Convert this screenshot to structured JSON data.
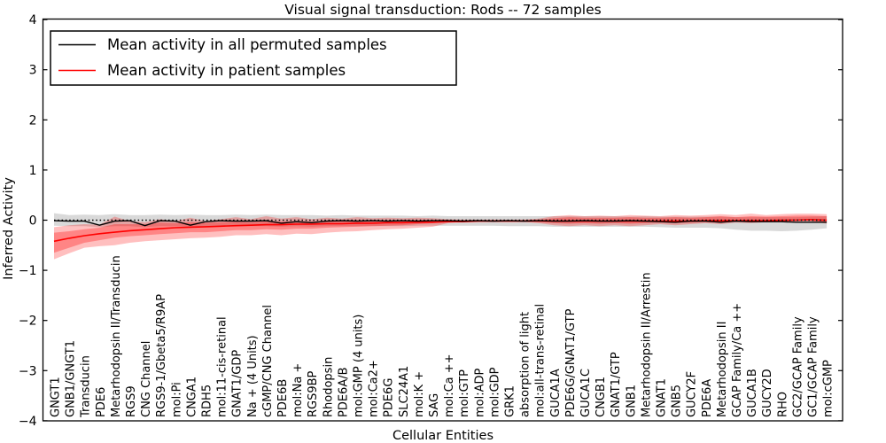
{
  "figure": {
    "title": "Visual signal transduction: Rods -- 72 samples",
    "xlabel": "Cellular Entities",
    "ylabel": "Inferred Activity"
  },
  "legend": {
    "entries": [
      {
        "label": "Mean activity in all permuted samples",
        "color": "#000000"
      },
      {
        "label": "Mean activity in patient samples",
        "color": "#ff0000"
      }
    ]
  },
  "chart_data": {
    "type": "line",
    "title": "Visual signal transduction: Rods -- 72 samples",
    "xlabel": "Cellular Entities",
    "ylabel": "Inferred Activity",
    "ylim": [
      -4,
      4
    ],
    "ytick_values": [
      4,
      3,
      2,
      1,
      0,
      -1,
      -2,
      -3,
      -4
    ],
    "ytick_labels": [
      "4",
      "3",
      "2",
      "1",
      "0",
      "−1",
      "−2",
      "−3",
      "−4"
    ],
    "grid": false,
    "legend_position": "upper left",
    "x_labels_rotation": 90,
    "categories": [
      "GNGT1",
      "GNB1/GNGT1",
      "Transducin",
      "PDE6",
      "Metarhodopsin II/Transducin",
      "RGS9",
      "CNG Channel",
      "RGS9-1/Gbeta5/R9AP",
      "mol:Pi",
      "CNGA1",
      "RDH5",
      "mol:11-cis-retinal",
      "GNAT1/GDP",
      "Na + (4 Units)",
      "cGMP/CNG Channel",
      "PDE6B",
      "mol:Na +",
      "RGS9BP",
      "Rhodopsin",
      "PDE6A/B",
      "mol:GMP (4 units)",
      "mol:Ca2+",
      "PDE6G",
      "SLC24A1",
      "mol:K +",
      "SAG",
      "mol:Ca ++",
      "mol:GTP",
      "mol:ADP",
      "mol:GDP",
      "GRK1",
      "absorption of light",
      "mol:all-trans-retinal",
      "GUCA1A",
      "PDE6G/GNAT1/GTP",
      "GUCA1C",
      "CNGB1",
      "GNAT1/GTP",
      "GNB1",
      "Metarhodopsin II/Arrestin",
      "GNAT1",
      "GNB5",
      "GUCY2F",
      "PDE6A",
      "Metarhodopsin II",
      "GCAP Family/Ca ++",
      "GUCA1B",
      "GUCY2D",
      "RHO",
      "GC2/GCAP Family",
      "GC1/GCAP Family",
      "mol:cGMP"
    ],
    "series": [
      {
        "name": "Mean activity in all permuted samples",
        "color": "#000000",
        "style": "solid",
        "values": [
          -0.01,
          -0.02,
          -0.02,
          -0.1,
          -0.02,
          -0.01,
          -0.11,
          -0.01,
          -0.02,
          -0.1,
          -0.03,
          -0.01,
          -0.02,
          -0.02,
          -0.01,
          -0.06,
          -0.03,
          -0.05,
          -0.02,
          -0.01,
          -0.02,
          -0.01,
          -0.02,
          -0.01,
          -0.02,
          -0.01,
          -0.01,
          -0.02,
          -0.01,
          -0.02,
          -0.01,
          -0.02,
          -0.01,
          -0.02,
          -0.02,
          -0.01,
          -0.02,
          -0.02,
          -0.01,
          -0.02,
          -0.03,
          -0.04,
          -0.02,
          -0.02,
          -0.04,
          -0.02,
          -0.03,
          -0.03,
          -0.03,
          -0.04,
          -0.04,
          -0.04
        ]
      },
      {
        "name": "Mean activity in patient samples",
        "color": "#ff0000",
        "style": "solid",
        "values": [
          -0.42,
          -0.36,
          -0.31,
          -0.27,
          -0.24,
          -0.21,
          -0.19,
          -0.17,
          -0.15,
          -0.14,
          -0.13,
          -0.12,
          -0.11,
          -0.1,
          -0.09,
          -0.09,
          -0.08,
          -0.08,
          -0.07,
          -0.07,
          -0.06,
          -0.06,
          -0.05,
          -0.05,
          -0.04,
          -0.04,
          -0.03,
          -0.03,
          -0.02,
          -0.02,
          -0.02,
          -0.02,
          -0.02,
          -0.02,
          -0.02,
          -0.02,
          -0.02,
          -0.02,
          -0.02,
          -0.02,
          -0.02,
          -0.02,
          -0.02,
          -0.01,
          -0.01,
          -0.01,
          -0.01,
          -0.01,
          0.0,
          0.0,
          0.01,
          0.0
        ]
      }
    ],
    "bands": [
      {
        "name": "permuted-samples-range",
        "color": "rgba(128,128,128,0.30)",
        "upper": [
          0.14,
          0.1,
          0.11,
          0.1,
          0.12,
          0.1,
          0.1,
          0.11,
          0.1,
          0.11,
          0.1,
          0.1,
          0.11,
          0.1,
          0.11,
          0.1,
          0.1,
          0.1,
          0.09,
          0.1,
          0.09,
          0.09,
          0.09,
          0.09,
          0.08,
          0.09,
          0.08,
          0.08,
          0.08,
          0.08,
          0.08,
          0.08,
          0.08,
          0.08,
          0.08,
          0.08,
          0.08,
          0.08,
          0.07,
          0.08,
          0.07,
          0.07,
          0.07,
          0.07,
          0.07,
          0.06,
          0.06,
          0.06,
          0.06,
          0.06,
          0.07,
          0.08
        ],
        "lower": [
          -0.11,
          -0.12,
          -0.12,
          -0.14,
          -0.12,
          -0.12,
          -0.14,
          -0.12,
          -0.12,
          -0.14,
          -0.12,
          -0.12,
          -0.12,
          -0.12,
          -0.12,
          -0.13,
          -0.12,
          -0.13,
          -0.12,
          -0.12,
          -0.12,
          -0.12,
          -0.12,
          -0.12,
          -0.11,
          -0.11,
          -0.11,
          -0.11,
          -0.11,
          -0.11,
          -0.12,
          -0.12,
          -0.12,
          -0.13,
          -0.13,
          -0.13,
          -0.13,
          -0.13,
          -0.13,
          -0.13,
          -0.14,
          -0.15,
          -0.15,
          -0.15,
          -0.16,
          -0.19,
          -0.21,
          -0.21,
          -0.22,
          -0.21,
          -0.19,
          -0.16
        ]
      },
      {
        "name": "patient-samples-range-outer",
        "color": "rgba(255,0,0,0.25)",
        "upper": [
          -0.14,
          -0.1,
          -0.08,
          -0.09,
          0.07,
          -0.02,
          -0.04,
          0.02,
          -0.02,
          0.05,
          -0.02,
          0.02,
          0.06,
          0.02,
          0.08,
          0.03,
          0.06,
          0.02,
          0.05,
          0.03,
          0.06,
          0.04,
          0.05,
          0.04,
          0.05,
          0.04,
          0.02,
          0.01,
          0.01,
          0.01,
          0.01,
          0.01,
          0.03,
          0.08,
          0.1,
          0.08,
          0.09,
          0.08,
          0.1,
          0.09,
          0.08,
          0.1,
          0.09,
          0.1,
          0.12,
          0.1,
          0.13,
          0.1,
          0.12,
          0.13,
          0.13,
          0.12
        ],
        "lower": [
          -0.78,
          -0.66,
          -0.55,
          -0.52,
          -0.5,
          -0.45,
          -0.42,
          -0.4,
          -0.38,
          -0.36,
          -0.35,
          -0.33,
          -0.3,
          -0.3,
          -0.28,
          -0.3,
          -0.27,
          -0.28,
          -0.25,
          -0.23,
          -0.22,
          -0.2,
          -0.18,
          -0.17,
          -0.15,
          -0.13,
          -0.06,
          -0.03,
          -0.03,
          -0.03,
          -0.03,
          -0.03,
          -0.06,
          -0.1,
          -0.12,
          -0.1,
          -0.12,
          -0.1,
          -0.12,
          -0.1,
          -0.08,
          -0.1,
          -0.08,
          -0.06,
          -0.08,
          -0.05,
          -0.06,
          -0.04,
          -0.03,
          -0.02,
          -0.02,
          -0.07
        ]
      },
      {
        "name": "patient-samples-range-inner",
        "color": "rgba(255,0,0,0.30)",
        "upper": [
          -0.25,
          -0.22,
          -0.18,
          -0.15,
          -0.08,
          -0.08,
          -0.08,
          -0.05,
          -0.06,
          -0.04,
          -0.05,
          -0.04,
          -0.03,
          -0.04,
          -0.02,
          -0.03,
          -0.02,
          -0.03,
          -0.02,
          -0.02,
          -0.01,
          -0.01,
          -0.01,
          -0.01,
          0.0,
          0.0,
          0.0,
          0.0,
          0.0,
          0.0,
          0.0,
          0.0,
          0.01,
          0.04,
          0.06,
          0.05,
          0.05,
          0.05,
          0.06,
          0.05,
          0.05,
          0.06,
          0.05,
          0.06,
          0.08,
          0.06,
          0.08,
          0.07,
          0.08,
          0.09,
          0.09,
          0.08
        ],
        "lower": [
          -0.65,
          -0.55,
          -0.45,
          -0.4,
          -0.35,
          -0.32,
          -0.3,
          -0.28,
          -0.26,
          -0.24,
          -0.24,
          -0.22,
          -0.2,
          -0.2,
          -0.18,
          -0.19,
          -0.17,
          -0.17,
          -0.15,
          -0.14,
          -0.13,
          -0.12,
          -0.11,
          -0.1,
          -0.08,
          -0.06,
          -0.03,
          -0.01,
          -0.01,
          -0.01,
          -0.01,
          -0.01,
          -0.03,
          -0.06,
          -0.07,
          -0.06,
          -0.07,
          -0.06,
          -0.07,
          -0.06,
          -0.05,
          -0.06,
          -0.05,
          -0.04,
          -0.05,
          -0.03,
          -0.04,
          -0.03,
          -0.02,
          -0.01,
          -0.01,
          -0.04
        ]
      }
    ],
    "zero_line": {
      "value": 0,
      "style": "dotted",
      "color": "#000000"
    }
  }
}
